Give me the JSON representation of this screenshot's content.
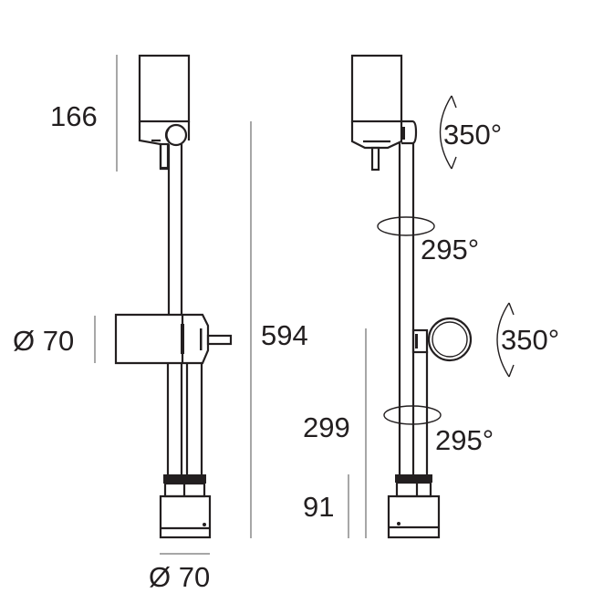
{
  "drawing": {
    "type": "technical dimension drawing",
    "colors": {
      "line": "#231f20",
      "dimension_line": "#8a8a8a",
      "background": "#ffffff"
    },
    "front_view": {
      "dimensions": {
        "head_height": "166",
        "body_diameter": "Ø 70",
        "total_height": "594",
        "base_diameter": "Ø 70"
      }
    },
    "side_view": {
      "dimensions": {
        "arm_height": "299",
        "base_height": "91"
      },
      "rotations": {
        "head_tilt": "350°",
        "upper_swivel": "295°",
        "ring_tilt": "350°",
        "lower_swivel": "295°"
      }
    }
  }
}
